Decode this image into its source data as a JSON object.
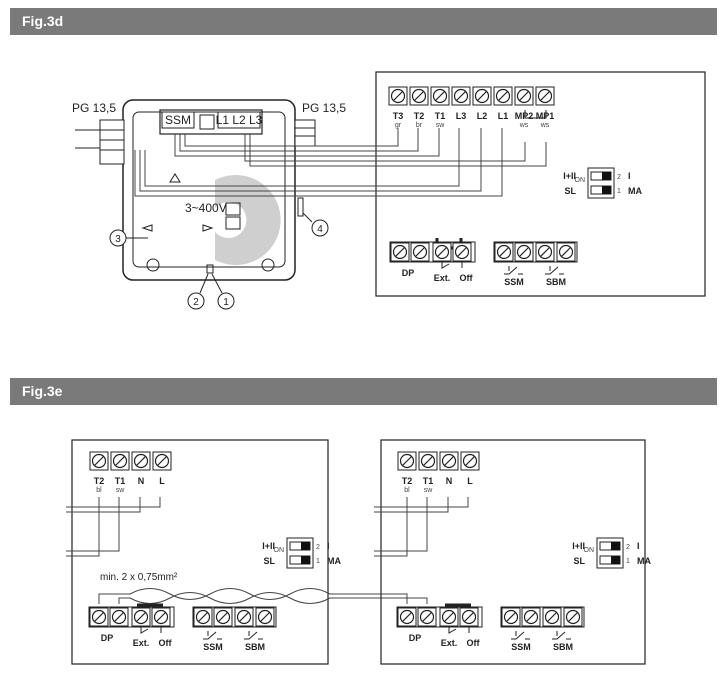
{
  "fig3d": {
    "title": "Fig.3d",
    "pg_left": "PG 13,5",
    "pg_right": "PG 13,5",
    "module_ssm": "SSM",
    "module_lines": "L1 L2 L3",
    "voltage": "3~400V",
    "callouts": [
      "1",
      "2",
      "3",
      "4"
    ],
    "top_terminals": [
      {
        "label": "T3",
        "sub": "gr"
      },
      {
        "label": "T2",
        "sub": "br"
      },
      {
        "label": "T1",
        "sub": "sw"
      },
      {
        "label": "L3",
        "sub": ""
      },
      {
        "label": "L2",
        "sub": ""
      },
      {
        "label": "L1",
        "sub": ""
      },
      {
        "label": "MP2",
        "sub": "ws"
      },
      {
        "label": "MP1",
        "sub": "ws"
      }
    ],
    "switch": {
      "left_top": "I+II",
      "left_bottom": "SL",
      "right_top": "I",
      "right_bottom": "MA",
      "on": "ON",
      "n1": "1",
      "n2": "2"
    },
    "bottom": {
      "dp": "DP",
      "ext": "Ext.",
      "off": "Off",
      "ssm": "SSM",
      "sbm": "SBM"
    }
  },
  "fig3e": {
    "title": "Fig.3e",
    "cable_note": "min. 2 x 0,75mm²",
    "top_terminals": [
      {
        "label": "T2",
        "sub": "bl"
      },
      {
        "label": "T1",
        "sub": "sw"
      },
      {
        "label": "N",
        "sub": ""
      },
      {
        "label": "L",
        "sub": ""
      }
    ],
    "switch": {
      "left_top": "I+II",
      "left_bottom": "SL",
      "right_top": "I",
      "right_bottom": "MA",
      "on": "ON",
      "n1": "1",
      "n2": "2"
    },
    "bottom": {
      "dp": "DP",
      "ext": "Ext.",
      "off": "Off",
      "ssm": "SSM",
      "sbm": "SBM"
    }
  }
}
